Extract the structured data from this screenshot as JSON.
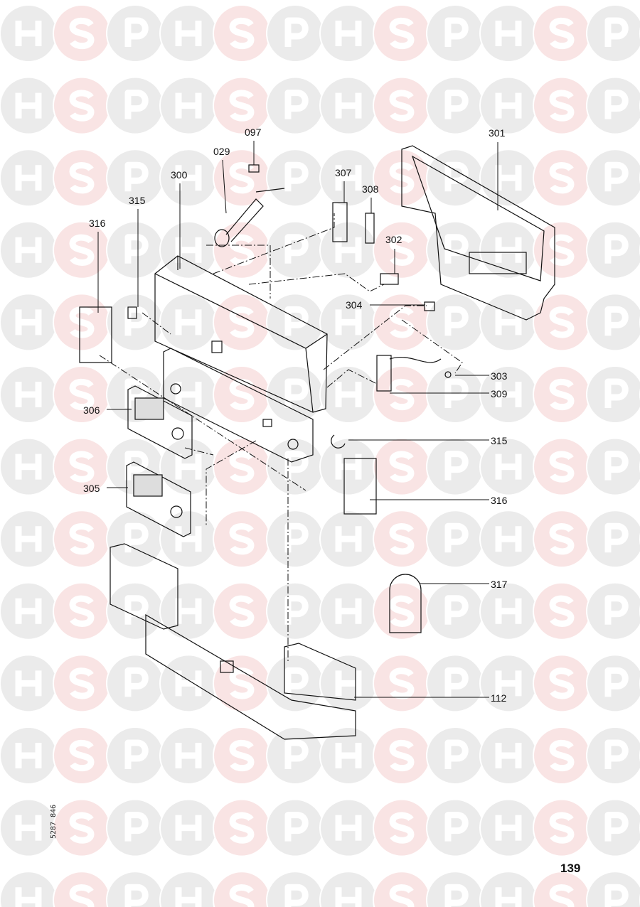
{
  "watermark": {
    "letters": [
      "H",
      "S",
      "P"
    ],
    "colors": {
      "H": "#ebebeb",
      "S": "#f9e4e4",
      "P": "#ebebeb"
    }
  },
  "labels": {
    "l097": "097",
    "l029": "029",
    "l300": "300",
    "l315a": "315",
    "l316a": "316",
    "l307": "307",
    "l308": "308",
    "l302": "302",
    "l301": "301",
    "l304": "304",
    "l303": "303",
    "l309": "309",
    "l306": "306",
    "l315b": "315",
    "l305": "305",
    "l316b": "316",
    "l317": "317",
    "l112": "112"
  },
  "page_number": "139",
  "document_number": "5287 846"
}
